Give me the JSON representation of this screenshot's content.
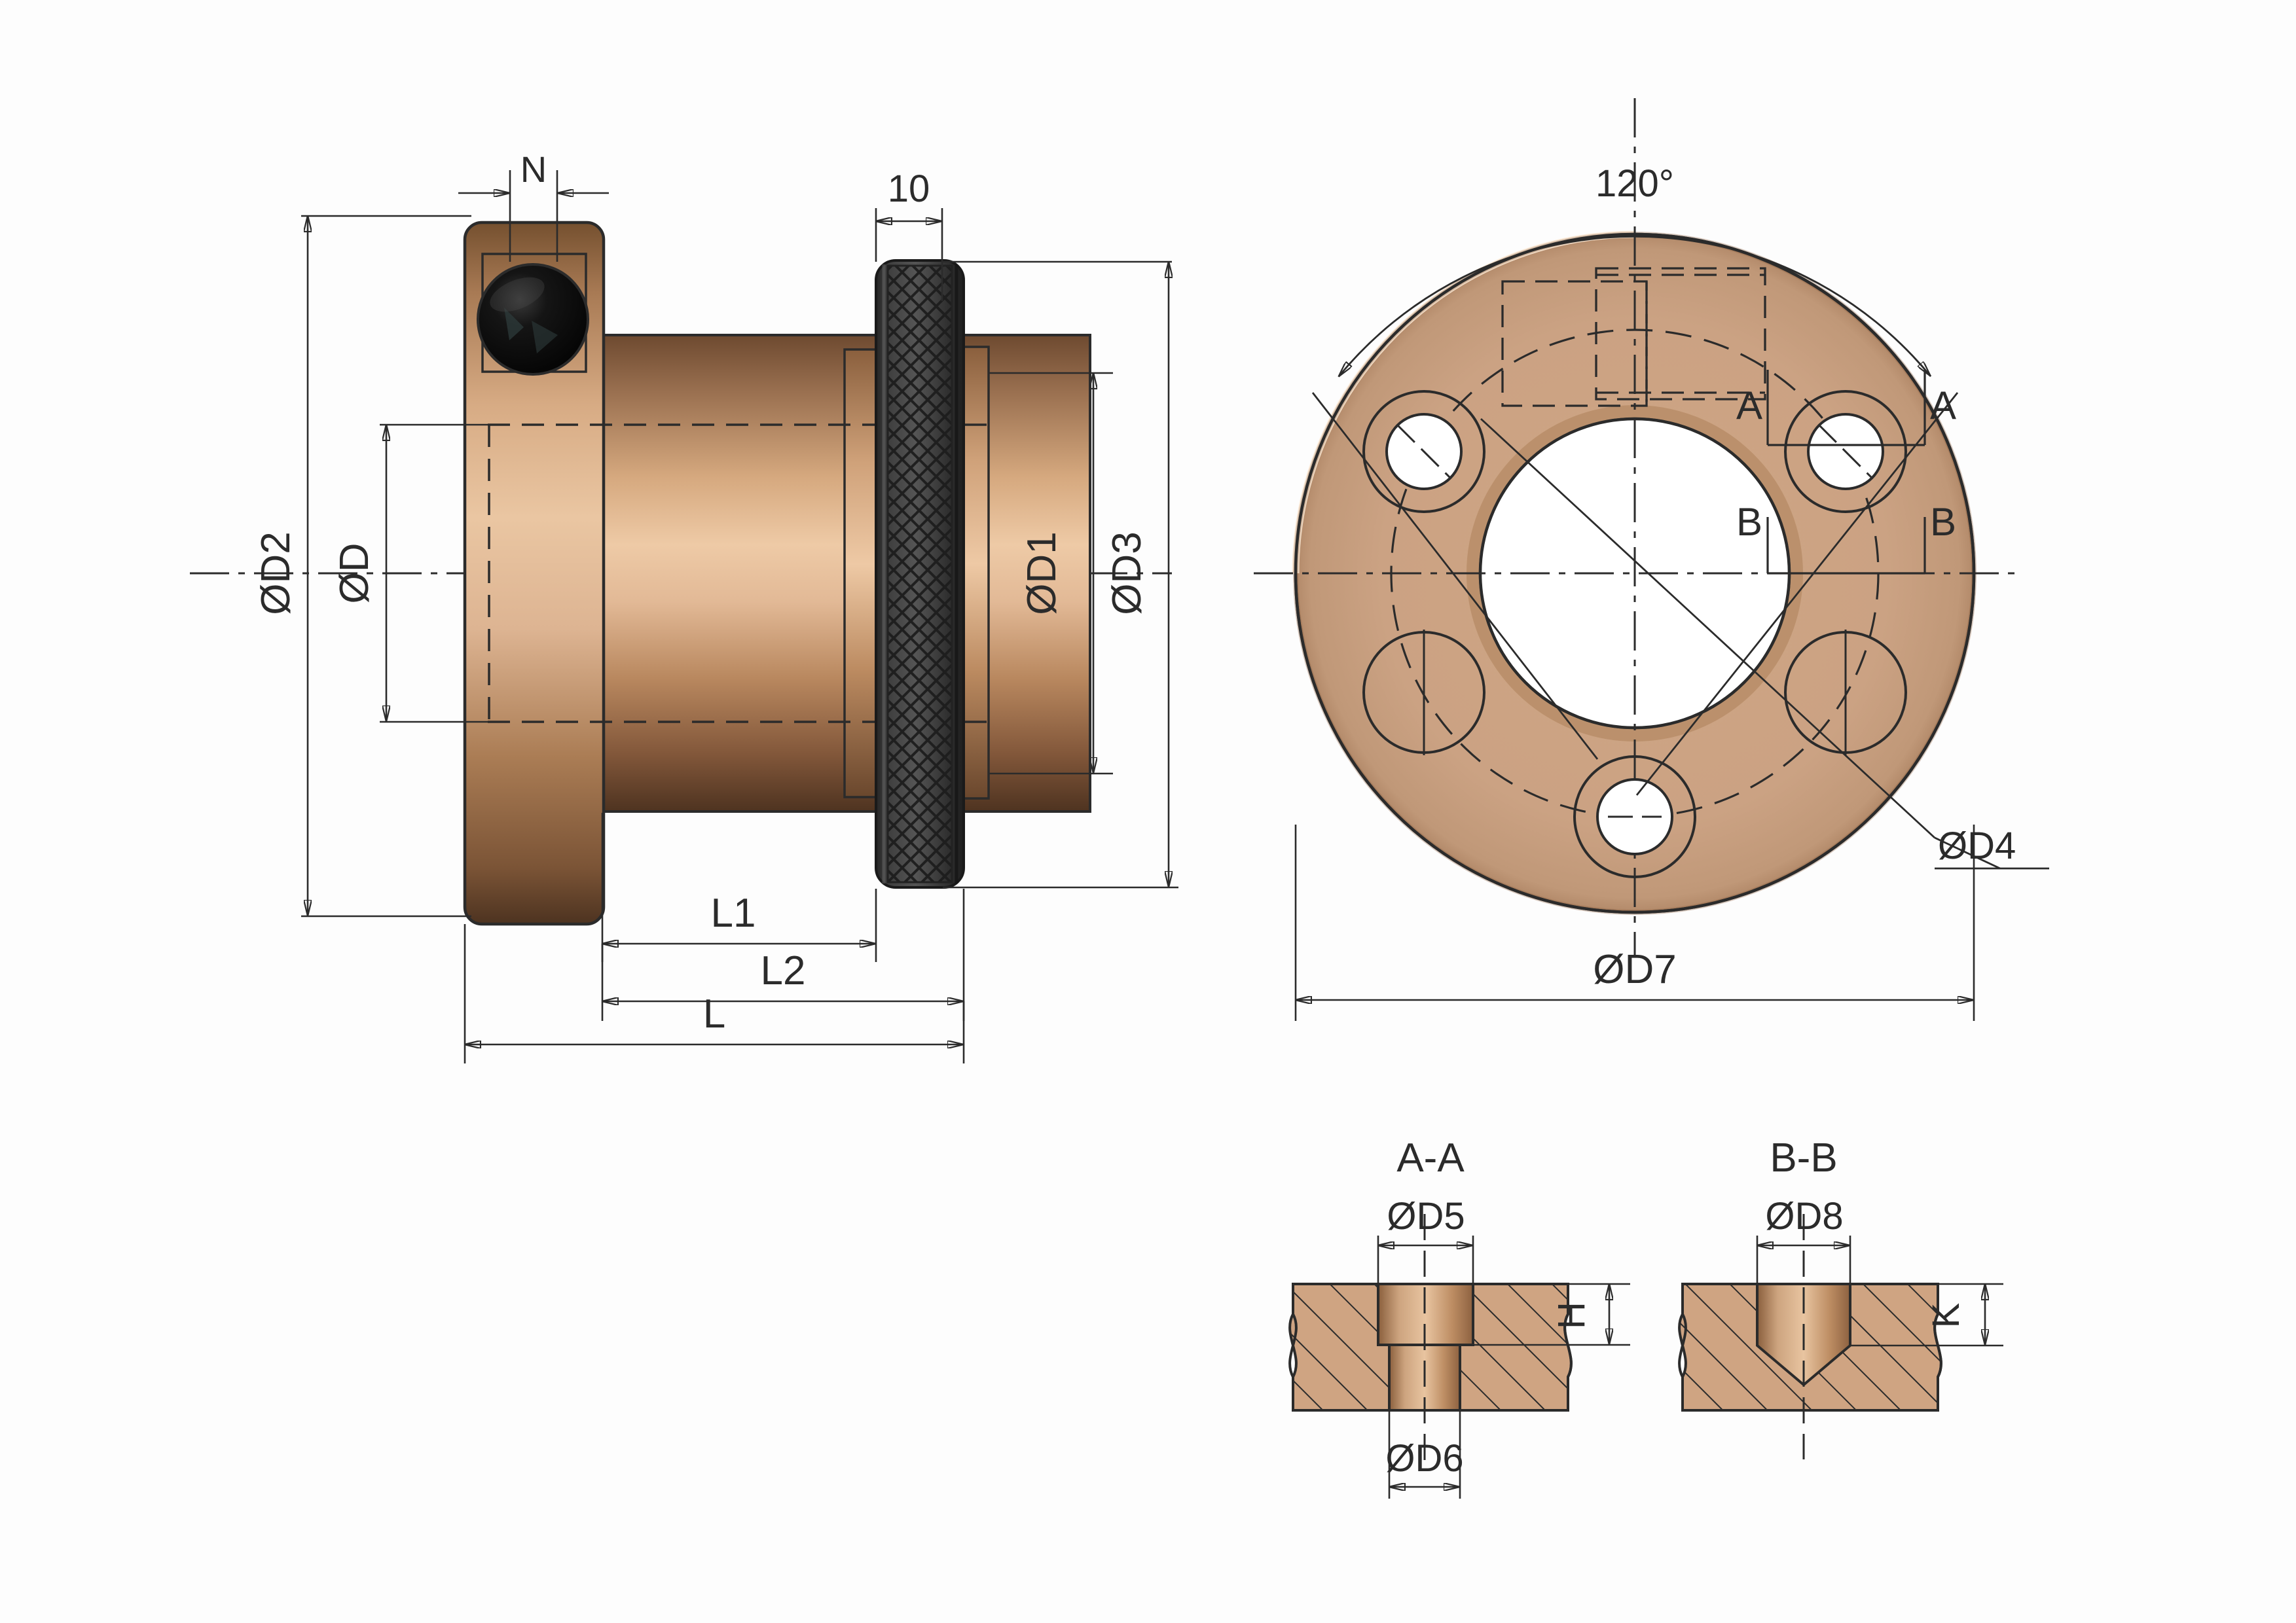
{
  "drawing": {
    "title": "Flanged bushing with 3 bolt holes - technical drawing",
    "sheet_bg": "#fdfdfd",
    "line_color": "#2b2b2b",
    "metal_light": "#e8c19d",
    "metal_mid": "#c8a183",
    "metal_dark": "#6b4a31",
    "knurl_dark": "#2f2f2f",
    "knurl_mid": "#4a4a4a",
    "hatch_color": "#2b2b2b"
  },
  "side_view": {
    "name": "Side sectional elevation",
    "dimensions": {
      "N": "N",
      "ten": "10",
      "D2": "ØD2",
      "D": "ØD",
      "D1": "ØD1",
      "D3": "ØD3",
      "L1": "L1",
      "L2": "L2",
      "L": "L"
    }
  },
  "front_view": {
    "name": "Front face view of flange",
    "angle_label": "120°",
    "section_marks": {
      "a_left": "A",
      "a_right": "A",
      "b_left": "B",
      "b_right": "B"
    },
    "dimensions": {
      "D4": "ØD4",
      "D7": "ØD7"
    }
  },
  "section_aa": {
    "title": "A-A",
    "dimensions": {
      "D5": "ØD5",
      "D6": "ØD6",
      "H": "H"
    }
  },
  "section_bb": {
    "title": "B-B",
    "dimensions": {
      "D8": "ØD8",
      "K": "K"
    }
  }
}
